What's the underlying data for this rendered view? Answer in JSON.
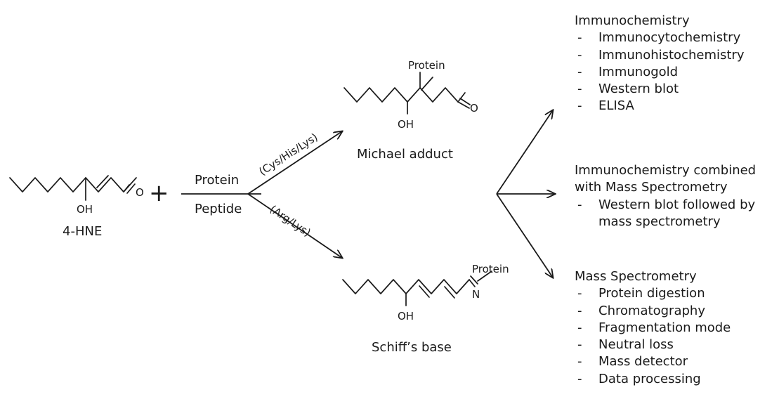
{
  "reactant": {
    "name": "4-HNE",
    "oh_label": "OH"
  },
  "plus": "+",
  "reagent": {
    "top": "Protein",
    "bottom": "Peptide"
  },
  "arrow_labels": {
    "upper": "(Cys/His/Lys)",
    "lower": "(Arg/Lys)"
  },
  "products": {
    "michael": {
      "name": "Michael adduct",
      "substituent": "Protein",
      "oh_label": "OH",
      "o_label": "O"
    },
    "schiff": {
      "name": "Schiff’s base",
      "substituent": "Protein",
      "oh_label": "OH",
      "n_label": "N"
    }
  },
  "methods": [
    {
      "heading": "Immunochemistry",
      "items": [
        "Immunocytochemistry",
        "Immunohistochemistry",
        "Immunogold",
        "Western blot",
        "ELISA"
      ]
    },
    {
      "heading_lines": [
        "Immunochemistry combined",
        "with Mass Spectrometry"
      ],
      "items": [
        "Western blot followed by",
        "mass spectrometry"
      ]
    },
    {
      "heading": "Mass Spectrometry",
      "items": [
        "Protein digestion",
        "Chromatography",
        "Fragmentation mode",
        "Neutral loss",
        "Mass detector",
        "Data processing"
      ]
    }
  ],
  "bullet_dash": "-"
}
